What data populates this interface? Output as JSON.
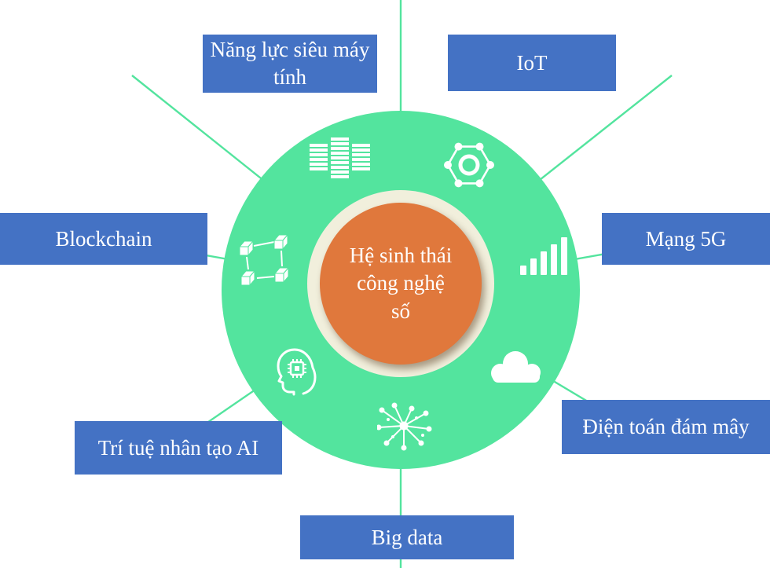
{
  "diagram": {
    "center_label": "Hệ sinh thái công nghệ số",
    "nodes": [
      {
        "id": "supercomputing",
        "label": "Năng lực siêu máy tính",
        "icon": "supercomputer-icon"
      },
      {
        "id": "iot",
        "label": "IoT",
        "icon": "iot-network-icon"
      },
      {
        "id": "blockchain",
        "label": "Blockchain",
        "icon": "blockchain-cubes-icon"
      },
      {
        "id": "5g",
        "label": "Mạng 5G",
        "icon": "signal-bars-icon"
      },
      {
        "id": "ai",
        "label": "Trí tuệ nhân tạo AI",
        "icon": "ai-head-chip-icon"
      },
      {
        "id": "cloud",
        "label": "Điện toán đám mây",
        "icon": "cloud-icon"
      },
      {
        "id": "bigdata",
        "label": "Big data",
        "icon": "data-network-icon"
      }
    ],
    "colors": {
      "node_box_blue": "#4472c4",
      "circle_green": "#53e49e",
      "center_orange": "#e0783c",
      "ring_cream": "#f1efdc",
      "text_white": "#ffffff"
    }
  }
}
